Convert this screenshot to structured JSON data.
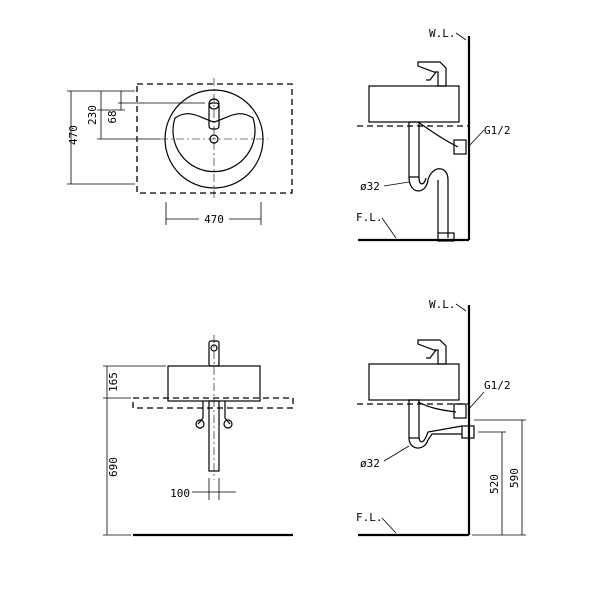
{
  "labels": {
    "wall_level": "W.L.",
    "floor_level": "F.L.",
    "thread": "G1/2",
    "pipe_diameter": "ø32"
  },
  "dimensions": {
    "top_height": "470",
    "basin_offset": "230",
    "tap_offset": "68",
    "top_width": "470",
    "front_height_basin": "165",
    "front_height_floor": "690",
    "front_tap_spacing": "100",
    "side_inlet_height": "520",
    "side_outlet_height": "590"
  }
}
